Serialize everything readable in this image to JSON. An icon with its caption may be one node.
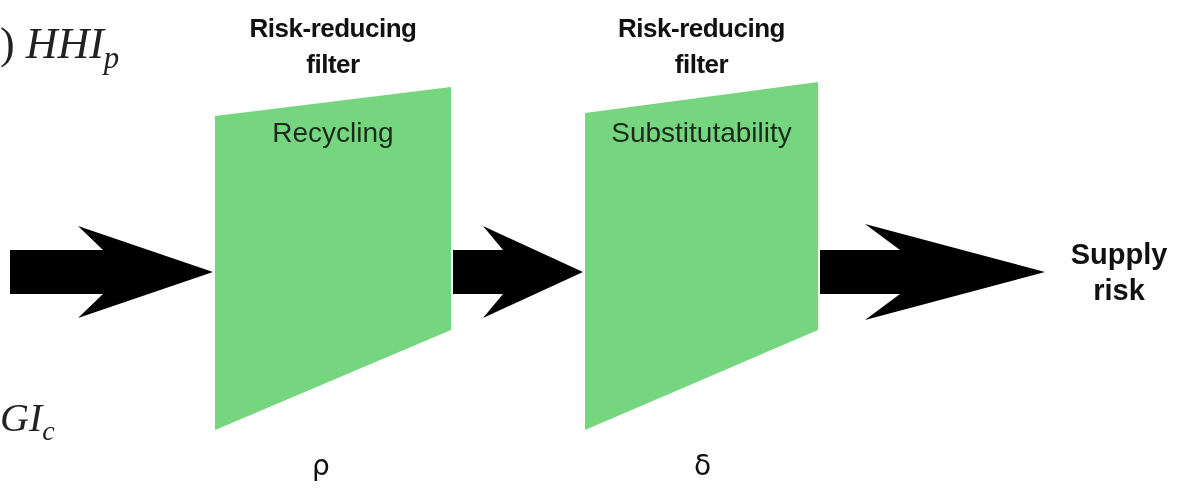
{
  "diagram": {
    "nodes": [
      {
        "text": [
          "Risk-reducing filter",
          "Recycling"
        ],
        "beside": [
          "ρ"
        ]
      },
      {
        "text": [
          "Risk-reducing filter",
          "Substitutability"
        ],
        "beside": [
          "δ"
        ]
      },
      {
        "text": [
          "Supply risk"
        ]
      }
    ],
    "edges": [
      {
        "from": null,
        "to": 0,
        "arrow": "to"
      },
      {
        "from": 0,
        "to": 1,
        "arrow": "to"
      },
      {
        "from": 1,
        "to": 2,
        "arrow": "to"
      }
    ],
    "labels": [
      ") *HHI*$_{p}$",
      "*GI*$_{c}$"
    ]
  }
}
